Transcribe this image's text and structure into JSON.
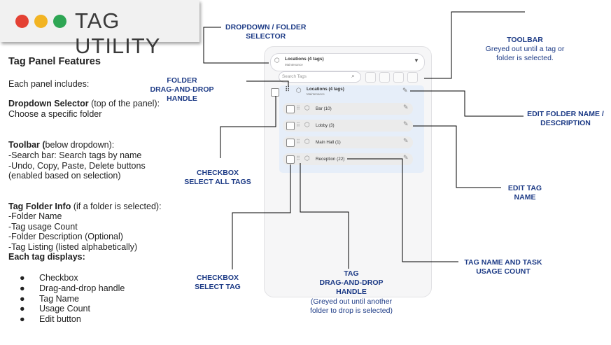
{
  "title": "TAG UTILITY",
  "title_dots": [
    "#e44134",
    "#f2b423",
    "#2ea654"
  ],
  "left_panel": {
    "heading": "Tag Panel Features",
    "intro": "Each panel includes:",
    "dropdown_bold": "Dropdown Selector",
    "dropdown_rest": " (top of the panel):",
    "dropdown_desc": "Choose a specific folder",
    "toolbar_bold": "Toolbar (",
    "toolbar_rest": "below dropdown):",
    "toolbar_lines": [
      "-Search bar: Search tags by name",
      "-Undo, Copy, Paste, Delete buttons",
      "(enabled based on selection)"
    ],
    "folder_bold": "Tag Folder Info",
    "folder_rest": " (if a folder is selected):",
    "folder_lines": [
      "-Folder Name",
      "-Tag usage Count",
      "-Folder Description (Optional)",
      "-Tag Listing (listed alphabetically)"
    ],
    "tag_displays": "Each tag displays:",
    "bullets": [
      "Checkbox",
      "Drag-and-drop handle",
      "Tag Name",
      "Usage Count",
      "Edit button"
    ]
  },
  "callouts": {
    "dropdown": [
      "DROPDOWN / FOLDER",
      "SELECTOR"
    ],
    "toolbar_title": "TOOLBAR",
    "toolbar_sub": [
      "Greyed out until a tag or",
      "folder is selected."
    ],
    "folder_handle": [
      "FOLDER",
      "DRAG-AND-DROP",
      "HANDLE"
    ],
    "edit_folder": [
      "EDIT FOLDER NAME /",
      "DESCRIPTION"
    ],
    "checkbox_all": [
      "CHECKBOX",
      "SELECT ALL TAGS"
    ],
    "edit_tag": [
      "EDIT TAG",
      "NAME"
    ],
    "tag_name_count": [
      "TAG NAME AND  TASK",
      "USAGE COUNT"
    ],
    "checkbox_tag": [
      "CHECKBOX",
      "SELECT TAG"
    ],
    "tag_handle": [
      "TAG",
      "DRAG-AND-DROP",
      "HANDLE"
    ],
    "tag_handle_sub": [
      "(Greyed out until another",
      "folder to drop is selected)"
    ]
  },
  "mock": {
    "dropdown_title": "Locations (4 tags)",
    "dropdown_sub": "Maintenance",
    "search_placeholder": "Search Tags",
    "folder_title": "Locations (4 tags)",
    "folder_sub": "Maintenance",
    "tags": [
      "Bar (10)",
      "Lobby (3)",
      "Main Hall (1)",
      "Reception (22)"
    ]
  },
  "colors": {
    "callout": "#1d3b86",
    "folder_panel": "#e6eef9"
  }
}
